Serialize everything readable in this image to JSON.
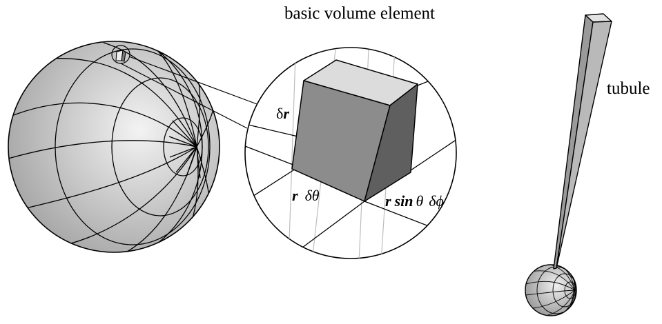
{
  "labels": {
    "title": "basic volume element",
    "tubule": "tubule",
    "dr_delta": "δ",
    "dr_r": "r",
    "rdtheta_r": "r",
    "rdtheta_dtheta": "δθ",
    "rsin_r": "r",
    "rsin_sin": "sin",
    "rsin_theta": "θ",
    "rsin_dphi": "δϕ"
  },
  "colors": {
    "sphere_light": "#f2f2f2",
    "sphere_dark": "#9a9a9a",
    "box_top": "#dedede",
    "box_front": "#8a8a8a",
    "box_side": "#5e5e5e",
    "line": "#000000",
    "grid_gray": "#bdbdbd"
  },
  "icons": {
    "large_sphere": "sphere-icon",
    "magnifier": "magnifier-circle",
    "volume_element": "box-icon",
    "small_sphere": "sphere-icon",
    "tubule": "tubule-icon"
  }
}
